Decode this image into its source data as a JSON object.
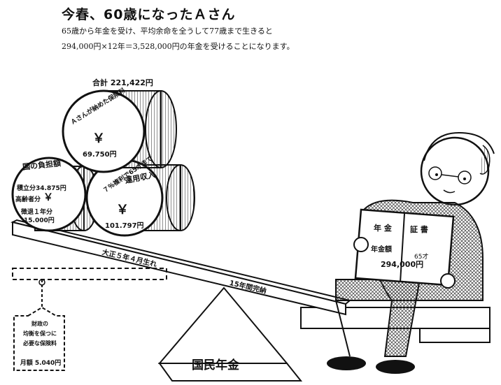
{
  "header": {
    "title": "今春、60歳になったＡさん",
    "line1": "65歳から年金を受け、平均余命を全うして77歳まで生きると",
    "line2": "294,000円×12年＝3,528,000円の年金を受けることになります。"
  },
  "total_label": "合計 221,422円",
  "drum_top": {
    "title": "Ａさんが納めた保険料",
    "yen_sign": "￥",
    "amount": "69.750円"
  },
  "drum_left": {
    "title": "国の負担額",
    "line1": "積立分34.875円",
    "line2": "高齢者分",
    "line3": "徴退１年分",
    "line4": "15.000円",
    "yen_sign": "￥"
  },
  "drum_right": {
    "title": "運用収入",
    "note": "７％複利で65才まで",
    "yen_sign": "￥",
    "amount": "101.797円"
  },
  "beam": {
    "born": "大正５年４月生れ",
    "paid": "15年間完納"
  },
  "fulcrum_label": "国民年金",
  "certificate": {
    "word1": "年 金",
    "word2": "証 書",
    "amount_label": "年金額",
    "amount": "294,000円",
    "small": "65才"
  },
  "tag": {
    "line1": "財政の",
    "line2": "均衡を保つに",
    "line3": "必要な保険料",
    "line4": "月額 5.040円"
  }
}
